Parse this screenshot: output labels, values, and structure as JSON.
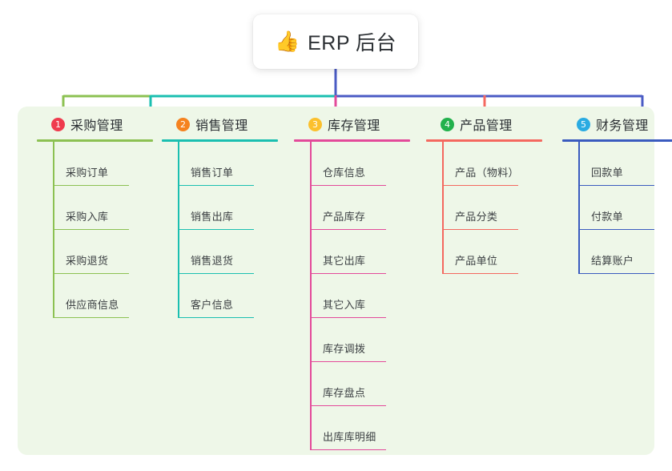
{
  "diagram": {
    "type": "mind-map",
    "background_color": "#ffffff",
    "panel_color": "#eef7e8",
    "root": {
      "icon": "thumbs-up-icon",
      "icon_glyph": "👍",
      "title": "ERP 后台"
    },
    "trunk_color": "#4a5bc4",
    "columns": [
      {
        "number": "1",
        "title": "采购管理",
        "color": "#8cc152",
        "badge_color": "#ef3b4e",
        "connector_color": "#8cc152",
        "items": [
          "采购订单",
          "采购入库",
          "采购退货",
          "供应商信息"
        ]
      },
      {
        "number": "2",
        "title": "销售管理",
        "color": "#1abfb0",
        "badge_color": "#f5821f",
        "connector_color": "#1abfb0",
        "items": [
          "销售订单",
          "销售出库",
          "销售退货",
          "客户信息"
        ]
      },
      {
        "number": "3",
        "title": "库存管理",
        "color": "#e34a9a",
        "badge_color": "#fbc02d",
        "connector_color": "#e34a9a",
        "items": [
          "仓库信息",
          "产品库存",
          "其它出库",
          "其它入库",
          "库存调拨",
          "库存盘点",
          "出库库明细"
        ]
      },
      {
        "number": "4",
        "title": "产品管理",
        "color": "#f4685f",
        "badge_color": "#22b14c",
        "connector_color": "#f4685f",
        "items": [
          "产品（物料）",
          "产品分类",
          "产品单位"
        ]
      },
      {
        "number": "5",
        "title": "财务管理",
        "color": "#3a5bbf",
        "badge_color": "#29abe2",
        "connector_color": "#4a5bc4",
        "items": [
          "回款单",
          "付款单",
          "结算账户"
        ]
      }
    ]
  }
}
